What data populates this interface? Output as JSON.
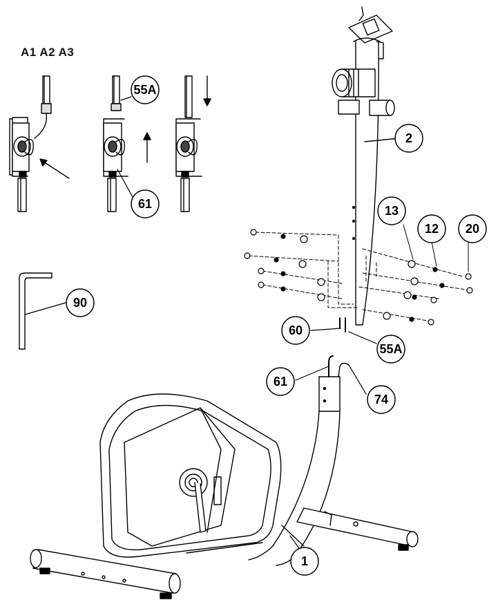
{
  "header": {
    "steps_label": "A1 A2 A3"
  },
  "callouts": {
    "c55a_top": "55A",
    "c61_detail": "61",
    "c2": "2",
    "c13": "13",
    "c12": "12",
    "c20": "20",
    "c90": "90",
    "c60": "60",
    "c55a_lower": "55A",
    "c61_lower": "61",
    "c74": "74",
    "c1": "1"
  }
}
